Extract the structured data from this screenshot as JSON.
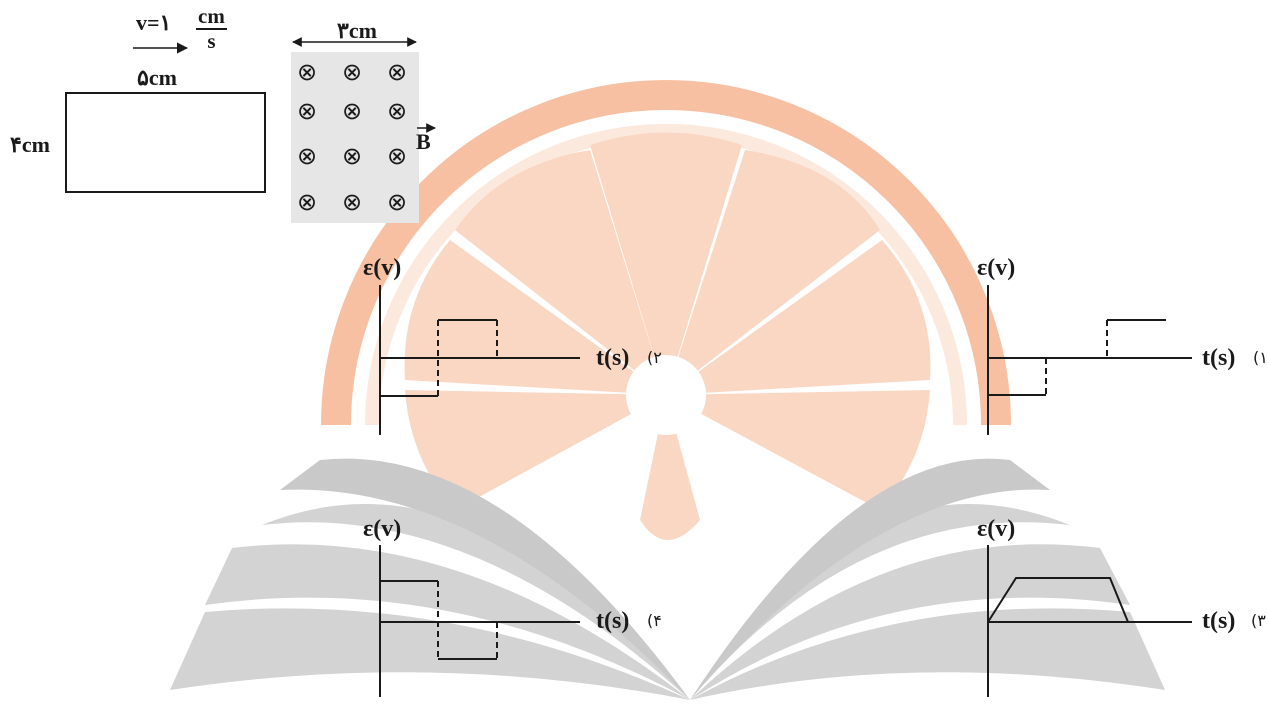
{
  "problem": {
    "velocity_label": "v=۱",
    "velocity_unit_numerator": "cm",
    "velocity_unit_denominator": "s",
    "loop_width_label": "۵cm",
    "loop_height_label": "۴cm",
    "field_width_label": "۳cm",
    "field_symbol": "B",
    "field_direction_symbol": "⊗"
  },
  "options": [
    {
      "id": "1",
      "number_label": "(۱",
      "y_axis_label": "ε(v)",
      "x_axis_label": "t(s)"
    },
    {
      "id": "2",
      "number_label": "(۲",
      "y_axis_label": "ε(v)",
      "x_axis_label": "t(s)"
    },
    {
      "id": "3",
      "number_label": "(۳",
      "y_axis_label": "ε(v)",
      "x_axis_label": "t(s)"
    },
    {
      "id": "4",
      "number_label": "(۴",
      "y_axis_label": "ε(v)",
      "x_axis_label": "t(s)"
    }
  ],
  "colors": {
    "ink": "#1a1a1a",
    "field_region": "#e6e6e6",
    "watermark_orange": "#f8d0bb",
    "watermark_arc": "#f6b896",
    "watermark_gray": "#cfcfcf"
  }
}
